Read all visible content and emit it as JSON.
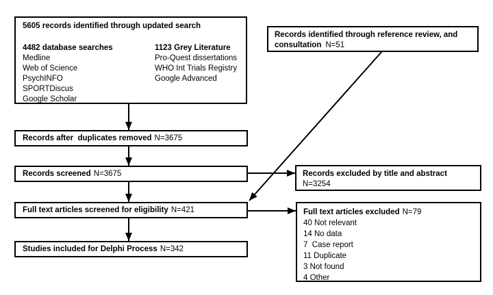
{
  "colors": {
    "border": "#000000",
    "background": "#ffffff",
    "text": "#000000"
  },
  "boxes": {
    "search": {
      "title": "5605 records identified through updated search",
      "database": {
        "heading": "4482 database searches",
        "items": [
          "Medline",
          "Web of Science",
          "PsychINFO",
          "SPORTDiscus",
          "Google Scholar"
        ]
      },
      "grey": {
        "heading": "1123 Grey Literature",
        "items": [
          "Pro-Quest dissertations",
          "WHO Int Trials Registry",
          "Google Advanced"
        ]
      }
    },
    "reference": {
      "label": "Records identified through reference review, and consultation",
      "n": "N=51"
    },
    "duplicates_removed": {
      "label": "Records after  duplicates removed",
      "n": "N=3675"
    },
    "screened": {
      "label": "Records screened",
      "n": "N=3675"
    },
    "fulltext_screened": {
      "label": "Full text articles screened for eligibility",
      "n": "N=421"
    },
    "included": {
      "label": "Studies included for Delphi Process",
      "n": "N=342"
    },
    "excluded_title_abstract": {
      "label": "Records excluded by title and abstract",
      "n": "N=3254"
    },
    "fulltext_excluded": {
      "label": "Full text articles excluded",
      "n": "N=79",
      "reasons": [
        "40 Not relevant",
        "14 No data",
        "7  Case report",
        "11 Duplicate",
        "3 Not found",
        "4 Other"
      ]
    }
  }
}
